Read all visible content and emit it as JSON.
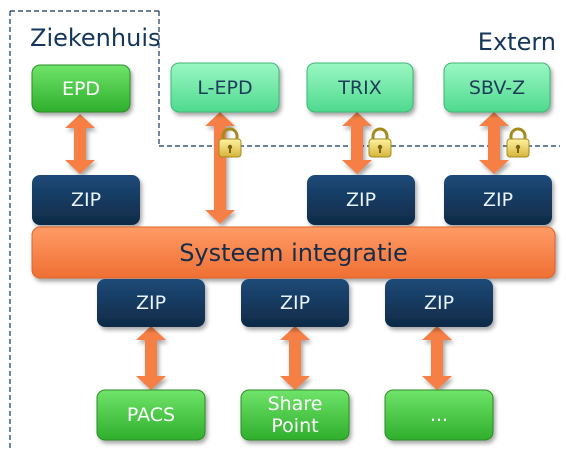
{
  "regions": {
    "internal": "Ziekenhuis",
    "external": "Extern"
  },
  "top_systems": [
    "EPD",
    "L-EPD",
    "TRIX",
    "SBV-Z"
  ],
  "zip_label": "ZIP",
  "bus_label": "Systeem integratie",
  "bottom_systems": [
    "PACS",
    "Share\nPoint",
    "..."
  ],
  "colors": {
    "green": "#3fc43a",
    "light_green": "#63e9a0",
    "navy": "#13365a",
    "orange": "#f57f45",
    "lock": "#e4cc4c"
  },
  "icons": [
    "lock-icon"
  ]
}
